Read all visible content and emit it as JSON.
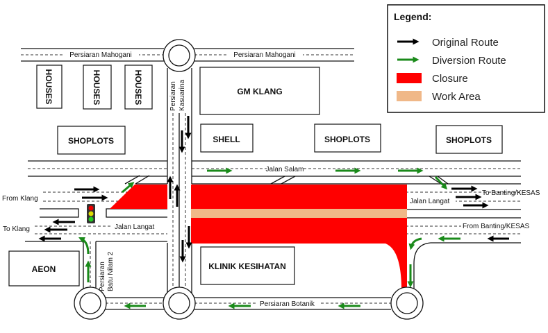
{
  "roads": {
    "mahogani_left": "Persiaran Mahogani",
    "mahogani_right": "Persiaran Mahogani",
    "kasuarina": [
      "Persiaran",
      "Kasuarina"
    ],
    "salam": "Jalan Salam",
    "langat_left": "Jalan Langat",
    "langat_right": "Jalan Langat",
    "batu_nilam": [
      "Persiaran",
      "Batu Nilam 2"
    ],
    "botanik": "Persiaran Botanik"
  },
  "directions": {
    "from_klang": "From Klang",
    "to_klang": "To Klang",
    "to_banting": "To Banting/KESAS",
    "from_banting": "From Banting/KESAS"
  },
  "buildings": {
    "houses": [
      "HOUSES",
      "HOUSES",
      "HOUSES"
    ],
    "gm_klang": "GM KLANG",
    "shoplots_left": "SHOPLOTS",
    "shell": "SHELL",
    "shoplots_mid": "SHOPLOTS",
    "shoplots_right": "SHOPLOTS",
    "aeon": "AEON",
    "klinik": "KLINIK KESIHATAN"
  },
  "legend": {
    "title": "Legend:",
    "items": [
      {
        "label": "Original Route",
        "color": "#000000"
      },
      {
        "label": "Diversion Route",
        "color": "#1a8a1a"
      },
      {
        "label": "Closure",
        "color": "#ff0000"
      },
      {
        "label": "Work Area",
        "color": "#f0b888"
      }
    ]
  }
}
